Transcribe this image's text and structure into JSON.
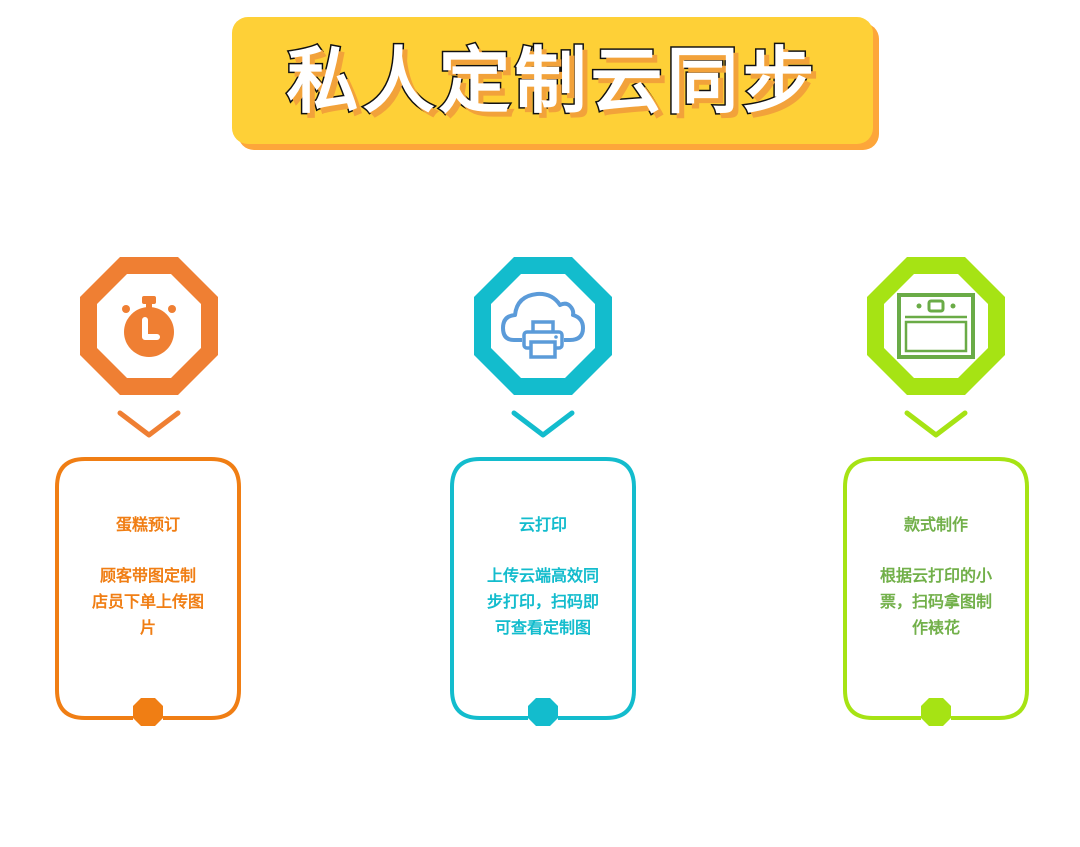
{
  "header": {
    "title": "私人定制云同步"
  },
  "colors": {
    "title_bg": "#fed037",
    "title_shadow": "#fda63a",
    "orange": "#f07e14",
    "orange_icon": "#ef7f33",
    "cyan": "#13bccd",
    "cloud_blue": "#5b9bd9",
    "lime": "#a6e314",
    "green_icon": "#6aab47",
    "green_text": "#72b04a"
  },
  "steps": [
    {
      "icon": "stopwatch-icon",
      "title": "蛋糕预订",
      "description": "顾客带图定制店员下单上传图片",
      "description_lines": [
        "顾客带图定制",
        "店员下单上传图",
        "片"
      ]
    },
    {
      "icon": "cloud-printer-icon",
      "title": "云打印",
      "description": "上传云端高效同步打印，扫码即可查看定制图",
      "description_lines": [
        "上传云端高效同",
        "步打印，扫码即",
        "可查看定制图"
      ]
    },
    {
      "icon": "oven-icon",
      "title": "款式制作",
      "description": "根据云打印的小票，扫码拿图制作裱花",
      "description_lines": [
        "根据云打印的小",
        "票，扫码拿图制",
        "作裱花"
      ]
    }
  ]
}
